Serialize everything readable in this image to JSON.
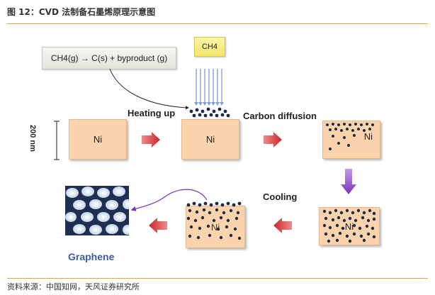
{
  "figure": {
    "title": "图 12：CVD 法制备石墨烯原理示意图",
    "source": "资料来源：中国知网，天风证券研究所"
  },
  "diagram": {
    "equation": "CH4(g)  →  C(s) + byproduct (g)",
    "gas_label": "CH4",
    "thickness": "200 nm",
    "metal_label": "Ni",
    "steps": {
      "heating": "Heating up",
      "diffusion": "Carbon diffusion",
      "cooling": "Cooling"
    },
    "product": "Graphene",
    "colors": {
      "ni_fill": "#fbd3ad",
      "arrow_red": "#c8282a",
      "arrow_purple": "#7a33b8",
      "gas_arrow": "#7b9fd6",
      "atom": "#1e2b45",
      "graphene_label": "#3a5fa6",
      "rule": "#f0a040"
    }
  }
}
